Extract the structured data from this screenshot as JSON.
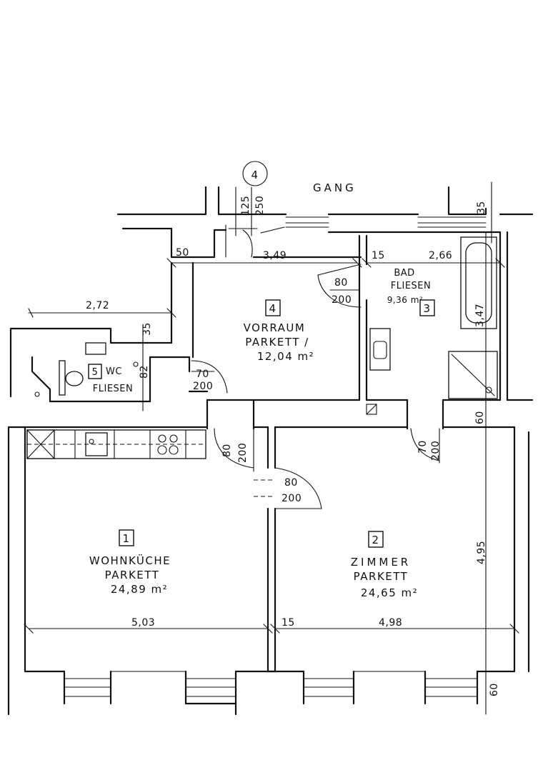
{
  "corridor": {
    "badge": "4",
    "label": "GANG"
  },
  "rooms": [
    {
      "id": "room-wohnkueche",
      "number": "1",
      "name": "WOHNKÜCHE",
      "floor": "PARKETT",
      "area": "24,89 m²"
    },
    {
      "id": "room-zimmer",
      "number": "2",
      "name": "ZIMMER",
      "floor": "PARKETT",
      "area": "24,65 m²"
    },
    {
      "id": "room-bad",
      "number": "3",
      "name": "BAD",
      "floor": "FLIESEN",
      "area": "9,36 m²"
    },
    {
      "id": "room-vorraum",
      "number": "4",
      "name": "VORRAUM",
      "floor": "PARKETT /",
      "area": "12,04 m²"
    },
    {
      "id": "room-wc",
      "number": "5",
      "name": "WC",
      "floor": "FLIESEN"
    }
  ],
  "dimensions": {
    "wc_width": "2,72",
    "wc_side": "35",
    "wc_height": "82",
    "vorraum_wall": "50",
    "vorraum_width": "3,49",
    "bath_gap": "15",
    "bath_width": "2,66",
    "bath_height": "3,47",
    "top_wall": "35",
    "entry_small": "125",
    "entry_large": "250",
    "right_wall": "60",
    "zimmer_height": "4,95",
    "kitchen_width": "5,03",
    "mid_wall": "15",
    "zimmer_width": "4,98",
    "bottom_wall": "60"
  },
  "doors": [
    {
      "id": "door-bad",
      "width": "80",
      "height": "200"
    },
    {
      "id": "door-wc",
      "width": "70",
      "height": "200"
    },
    {
      "id": "door-kueche",
      "width": "80",
      "height": "200"
    },
    {
      "id": "door-zimmer-upper",
      "width": "70",
      "height": "200"
    },
    {
      "id": "door-zimmer-lower",
      "width": "80",
      "height": "200"
    }
  ]
}
